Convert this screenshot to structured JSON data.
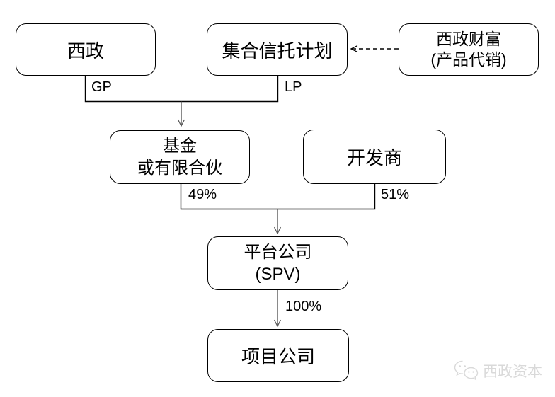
{
  "diagram": {
    "title": "",
    "nodes": {
      "xizheng": {
        "line1": "西政"
      },
      "trust": {
        "line1": "集合信托计划"
      },
      "wealth": {
        "line1": "西政财富",
        "line2": "(产品代销)"
      },
      "fund": {
        "line1": "基金",
        "line2": "或有限合伙"
      },
      "developer": {
        "line1": "开发商"
      },
      "spv": {
        "line1": "平台公司",
        "line2": "(SPV)"
      },
      "project": {
        "line1": "项目公司"
      }
    },
    "edge_labels": {
      "gp": "GP",
      "lp": "LP",
      "fund_share": "49%",
      "developer_share": "51%",
      "spv_share": "100%"
    },
    "edges": [
      {
        "from": "xizheng",
        "to": "fund",
        "label": "GP",
        "style": "solid-elbow"
      },
      {
        "from": "trust",
        "to": "fund",
        "label": "LP",
        "style": "solid-elbow"
      },
      {
        "from": "wealth",
        "to": "trust",
        "label": "",
        "style": "dashed-arrow"
      },
      {
        "from": "fund",
        "to": "spv",
        "label": "49%",
        "style": "solid-elbow"
      },
      {
        "from": "developer",
        "to": "spv",
        "label": "51%",
        "style": "solid-elbow"
      },
      {
        "from": "spv",
        "to": "project",
        "label": "100%",
        "style": "solid-arrow"
      }
    ]
  },
  "watermark": {
    "text": "西政资本",
    "icon": "wechat-icon"
  },
  "colors": {
    "background": "#ffffff",
    "box_border": "#000000",
    "box_fill": "#ffffff",
    "text": "#000000",
    "arrow": "#595959",
    "watermark": "#d9d9d9"
  }
}
